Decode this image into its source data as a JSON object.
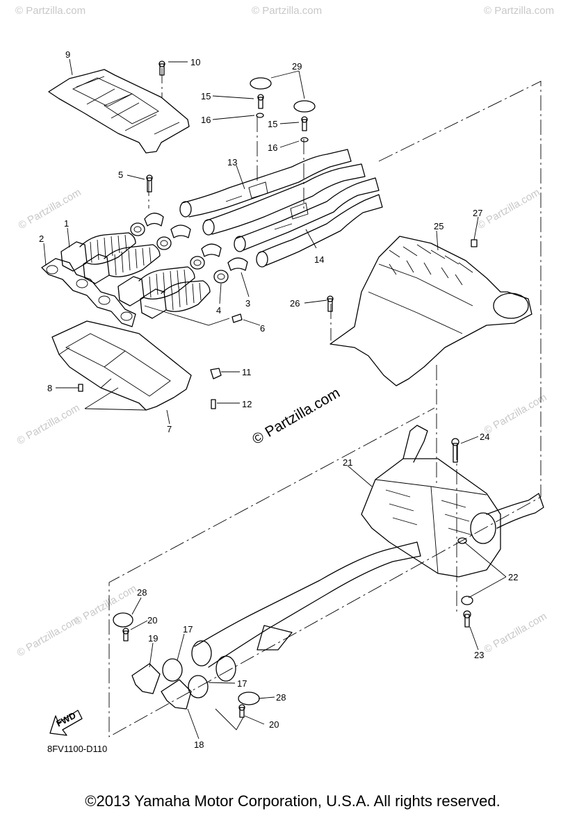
{
  "watermark": {
    "text": "© Partzilla.com",
    "small_text": "© Partzilla.com",
    "color": "#c8c8c8"
  },
  "callouts": {
    "c1": "1",
    "c2": "2",
    "c3": "3",
    "c4": "4",
    "c5": "5",
    "c6": "6",
    "c7": "7",
    "c8": "8",
    "c9": "9",
    "c10": "10",
    "c11": "11",
    "c12": "12",
    "c13": "13",
    "c14": "14",
    "c15a": "15",
    "c15b": "15",
    "c16a": "16",
    "c16b": "16",
    "c17a": "17",
    "c17b": "17",
    "c18": "18",
    "c19": "19",
    "c20a": "20",
    "c20b": "20",
    "c21": "21",
    "c22": "22",
    "c23": "23",
    "c24": "24",
    "c25": "25",
    "c26": "26",
    "c27": "27",
    "c28a": "28",
    "c28b": "28",
    "c29": "29"
  },
  "fwd_label": "FWD",
  "diagram_code": "8FV1100-D110",
  "copyright": "©2013 Yamaha Motor Corporation, U.S.A. All rights reserved."
}
